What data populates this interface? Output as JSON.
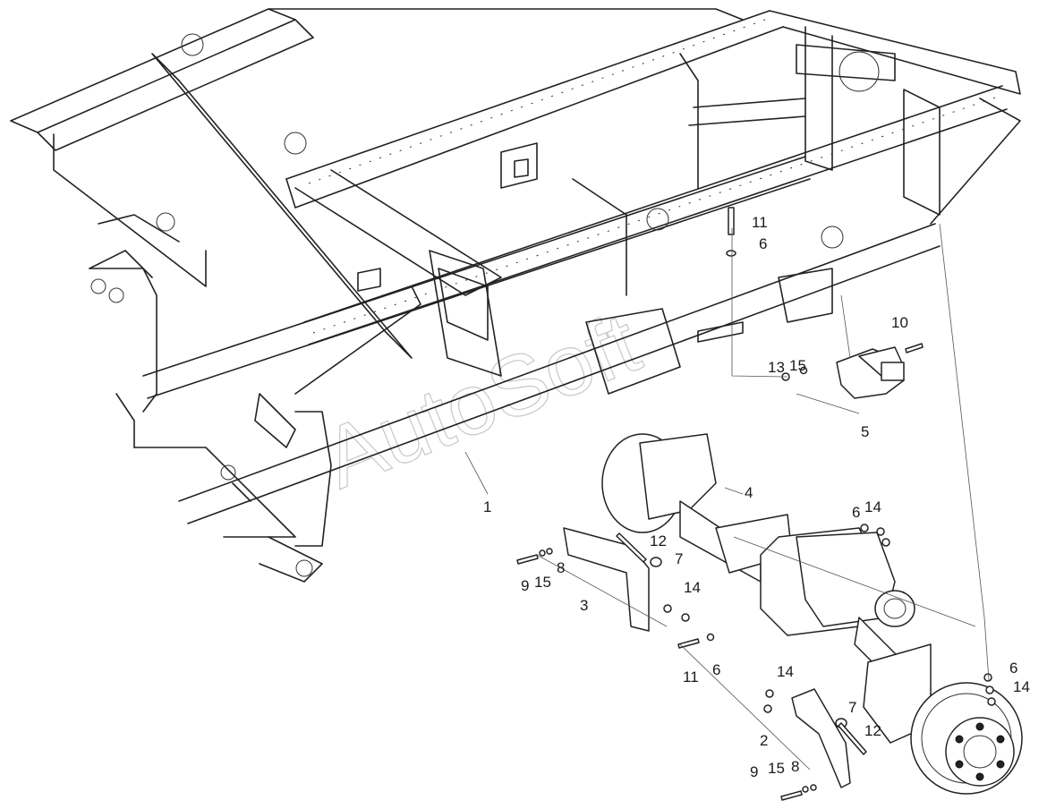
{
  "watermark": "AutoSoft",
  "callouts": {
    "c1": "1",
    "c2": "2",
    "c3": "3",
    "c4": "4",
    "c5": "5",
    "c6_top": "6",
    "c6_upper_right": "6",
    "c6_mid": "6",
    "c6_right": "6",
    "c7_left": "7",
    "c7_right": "7",
    "c8_left": "8",
    "c8_right": "8",
    "c9_left": "9",
    "c9_right": "9",
    "c10": "10",
    "c11_top": "11",
    "c11_mid": "11",
    "c12_left": "12",
    "c12_right": "12",
    "c13": "13",
    "c14_upper_right": "14",
    "c14_mid": "14",
    "c14_lower": "14",
    "c14_right": "14",
    "c15_top": "15",
    "c15_left": "15",
    "c15_right": "15"
  }
}
